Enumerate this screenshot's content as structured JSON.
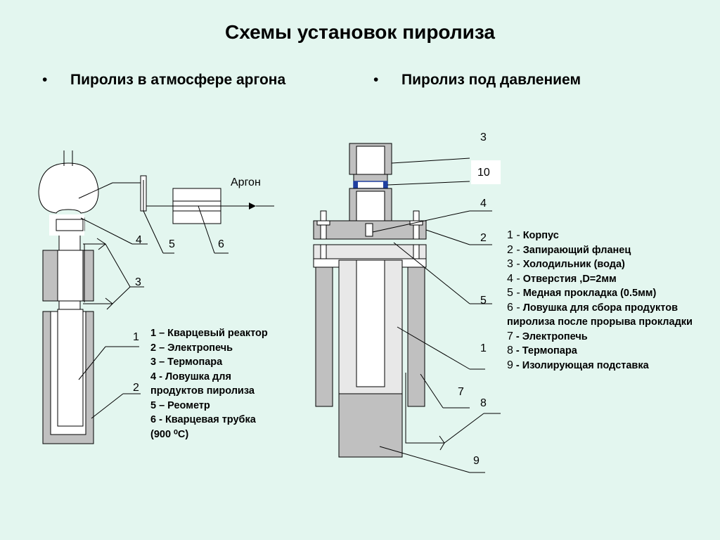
{
  "title": "Схемы установок пиролиза",
  "bullets": {
    "left": "Пиролиз в атмосфере аргона",
    "right": "Пиролиз под давлением"
  },
  "left_diagram": {
    "argon_label": "Аргон",
    "numbers": [
      "4",
      "5",
      "6",
      "3",
      "1",
      "2"
    ],
    "legend": [
      "1 – Кварцевый реактор",
      "2 – Электропечь",
      "3 – Термопара",
      "4 - Ловушка для",
      "продуктов пиролиза",
      "5 – Реометр",
      "6 - Кварцевая трубка",
      "(900 ⁰С)"
    ]
  },
  "right_diagram": {
    "numbers": [
      "3",
      "10",
      "4",
      "2",
      "5",
      "1",
      "7",
      "8",
      "9"
    ],
    "legend": [
      {
        "n": "1 -",
        "t": " Корпус"
      },
      {
        "n": "2 -",
        "t": " Запирающий фланец"
      },
      {
        "n": "3 -",
        "t": " Холодильник (вода)"
      },
      {
        "n": "4 -",
        "t": " Отверстия ,D=2мм"
      },
      {
        "n": "5 -",
        "t": " Медная прокладка (0.5мм)"
      },
      {
        "n": "6 -",
        "t": " Ловушка для сбора продуктов пиролиза после прорыва прокладки"
      },
      {
        "n": "7",
        "t": " - Электропечь"
      },
      {
        "n": "8",
        "t": " - Термопара"
      },
      {
        "n": "9",
        "t": " - Изолирующая подставка"
      }
    ]
  },
  "colors": {
    "background": "#e3f6ef",
    "part_gray": "#c0c0c0",
    "part_light": "#e8e8e8",
    "inner_white": "#ffffff",
    "accent_blue": "#1f3fa0"
  }
}
